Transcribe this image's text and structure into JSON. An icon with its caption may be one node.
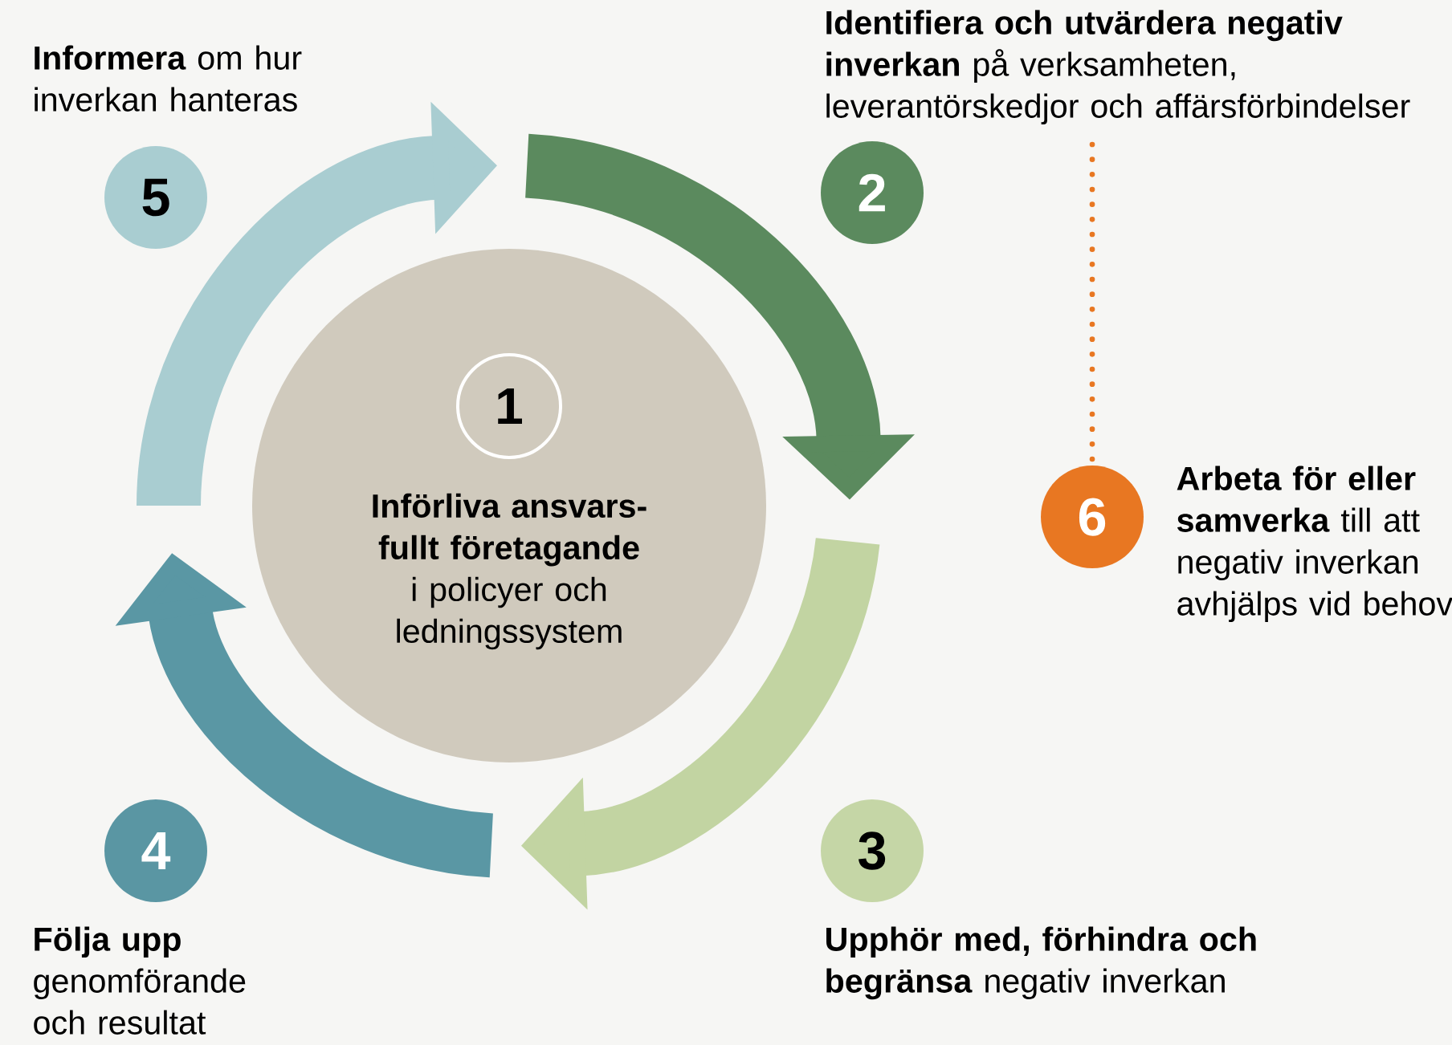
{
  "diagram": {
    "nodes": [
      {
        "text": [
          "**Införliva ansvars-fullt företagande** i policyer och ledningssystem"
        ]
      },
      {
        "text": [
          "1"
        ],
        "in": 0
      },
      {
        "text": [
          "5"
        ],
        "beside": [
          "**Informera** om hur inverkan hanteras"
        ]
      },
      {
        "text": [
          "2"
        ],
        "beside": [
          "**Identifiera och utvärdera negativ inverkan** på verksamheten, leverantörskedjor och affärsförbindelser"
        ]
      },
      {
        "text": [
          "6"
        ],
        "beside": [
          "**Arbeta för eller samverka** till att negativ inverkan avhjälps vid behov"
        ]
      },
      {
        "text": [
          "3"
        ],
        "beside": [
          "**Upphör med, förhindra och begränsa** negativ inverkan"
        ]
      },
      {
        "text": [
          "4"
        ],
        "beside": [
          "**Följa upp** genomförande och resultat"
        ]
      }
    ],
    "edges": [
      {
        "from": 3,
        "to": 4,
        "arrow": "none",
        "style": "dashed",
        "color": "#e87722"
      }
    ]
  }
}
